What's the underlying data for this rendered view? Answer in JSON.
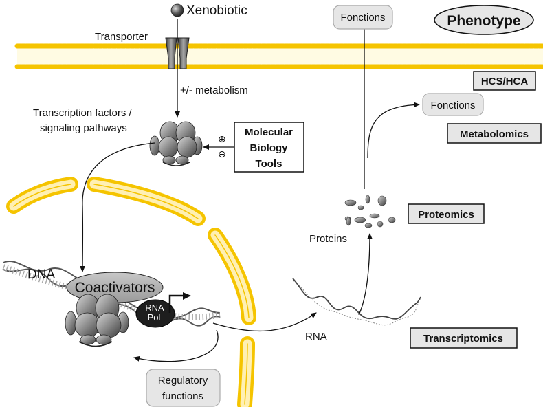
{
  "labels": {
    "xenobiotic": "Xenobiotic",
    "transporter": "Transporter",
    "metabolism": "+/- metabolism",
    "tf_line1": "Transcription factors /",
    "tf_line2": "signaling pathways",
    "plus_sign": "⊕",
    "minus_sign": "⊖",
    "dna": "DNA",
    "coactivators": "Coactivators",
    "rnapol_line1": "RNA",
    "rnapol_line2": "Pol",
    "rna": "RNA",
    "proteins": "Proteins",
    "regulatory_line1": "Regulatory",
    "regulatory_line2": "functions",
    "fonctions_top": "Fonctions",
    "fonctions_mid": "Fonctions",
    "phenotype": "Phenotype"
  },
  "boxes": {
    "mbt_line1": "Molecular",
    "mbt_line2": "Biology",
    "mbt_line3": "Tools",
    "hcs": "HCS/HCA",
    "metabolomics": "Metabolomics",
    "proteomics": "Proteomics",
    "transcriptomics": "Transcriptomics"
  },
  "colors": {
    "membrane": "#f5c400",
    "membrane_dark": "#d4a500",
    "ink": "#111111",
    "grey_box": "#e6e6e6",
    "protein_grey": "#8a8a8a"
  }
}
